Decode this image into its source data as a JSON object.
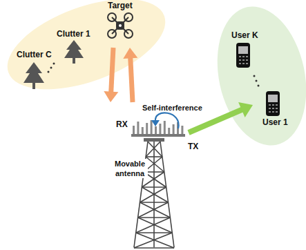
{
  "diagram": {
    "nodes": [
      {
        "text": [
          "Target"
        ]
      },
      {
        "text": [
          "Clutter 1"
        ]
      },
      {
        "text": [
          "Clutter C"
        ]
      },
      {
        "text": [
          "User K"
        ]
      },
      {
        "text": [
          "User 1"
        ]
      },
      {
        "text": [
          "RX",
          "TX",
          "Movable antenna"
        ]
      }
    ],
    "edges": [
      {
        "from": 0,
        "to": 5,
        "arrow": "to"
      },
      {
        "from": 5,
        "to": 0,
        "arrow": "to"
      },
      {
        "from": 5,
        "to": 4,
        "arrow": "to"
      }
    ],
    "labels": [
      "Self-interference"
    ]
  }
}
